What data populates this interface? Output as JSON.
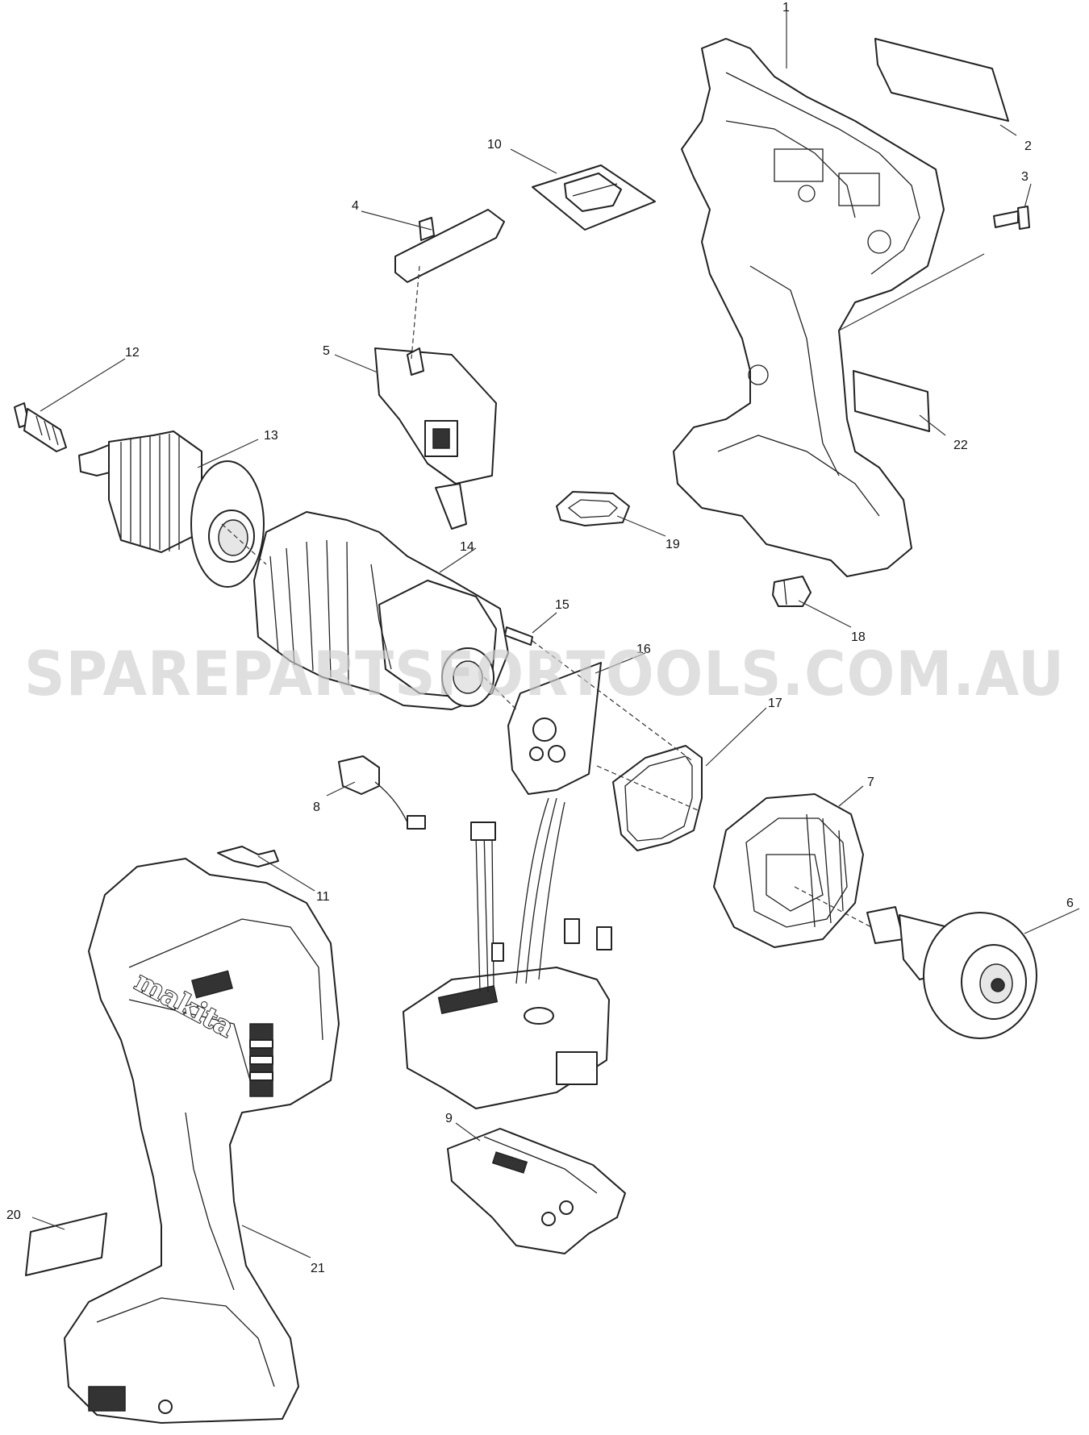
{
  "watermark": "SPAREPARTSFORTOOLS.COM.AU",
  "brand_mark": "makita",
  "callouts": {
    "p1": "1",
    "p2": "2",
    "p3": "3",
    "p4": "4",
    "p5": "5",
    "p6": "6",
    "p7": "7",
    "p8": "8",
    "p9": "9",
    "p10": "10",
    "p11": "11",
    "p12": "12",
    "p13": "13",
    "p14": "14",
    "p15": "15",
    "p16": "16",
    "p17": "17",
    "p18": "18",
    "p19": "19",
    "p20": "20",
    "p21": "21",
    "p22": "22"
  },
  "colors": {
    "line": "#222222",
    "watermark": "#cfcfcf",
    "background": "#ffffff"
  }
}
